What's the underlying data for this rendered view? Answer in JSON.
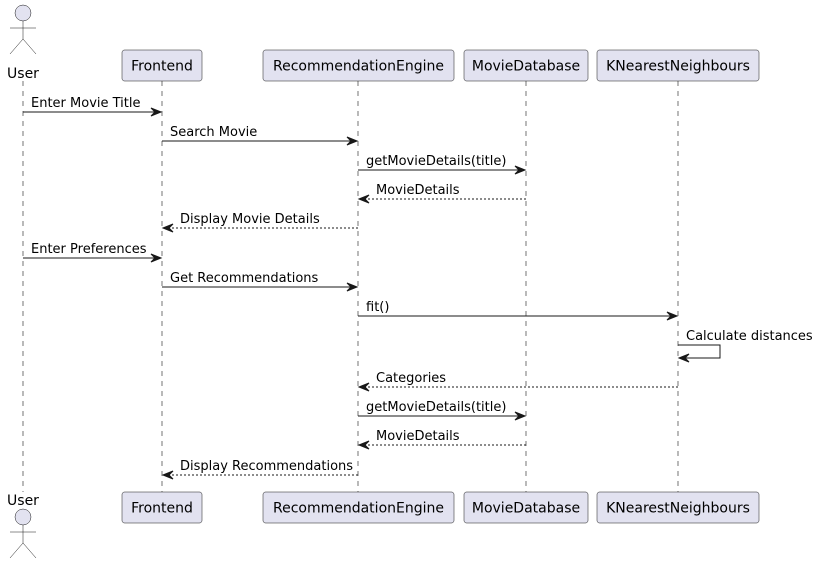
{
  "participants": [
    {
      "id": "user",
      "label": "User",
      "kind": "actor"
    },
    {
      "id": "frontend",
      "label": "Frontend",
      "kind": "box"
    },
    {
      "id": "engine",
      "label": "RecommendationEngine",
      "kind": "box"
    },
    {
      "id": "moviedb",
      "label": "MovieDatabase",
      "kind": "box"
    },
    {
      "id": "knn",
      "label": "KNearestNeighbours",
      "kind": "box"
    }
  ],
  "messages": [
    {
      "from": "user",
      "to": "frontend",
      "label": "Enter Movie Title",
      "style": "solid"
    },
    {
      "from": "frontend",
      "to": "engine",
      "label": "Search Movie",
      "style": "solid"
    },
    {
      "from": "engine",
      "to": "moviedb",
      "label": "getMovieDetails(title)",
      "style": "solid"
    },
    {
      "from": "moviedb",
      "to": "engine",
      "label": "MovieDetails",
      "style": "dashed"
    },
    {
      "from": "engine",
      "to": "frontend",
      "label": "Display Movie Details",
      "style": "dashed"
    },
    {
      "from": "user",
      "to": "frontend",
      "label": "Enter Preferences",
      "style": "solid"
    },
    {
      "from": "frontend",
      "to": "engine",
      "label": "Get Recommendations",
      "style": "solid"
    },
    {
      "from": "engine",
      "to": "knn",
      "label": "fit()",
      "style": "solid"
    },
    {
      "from": "knn",
      "to": "knn",
      "label": "Calculate distances",
      "style": "solid"
    },
    {
      "from": "knn",
      "to": "engine",
      "label": "Categories",
      "style": "dashed"
    },
    {
      "from": "engine",
      "to": "moviedb",
      "label": "getMovieDetails(title)",
      "style": "solid"
    },
    {
      "from": "moviedb",
      "to": "engine",
      "label": "MovieDetails",
      "style": "dashed"
    },
    {
      "from": "engine",
      "to": "frontend",
      "label": "Display Recommendations",
      "style": "dashed"
    }
  ],
  "colors": {
    "participant_fill": "#e2e2f0",
    "participant_stroke": "#181818",
    "lifeline": "#181818",
    "arrow": "#181818"
  }
}
